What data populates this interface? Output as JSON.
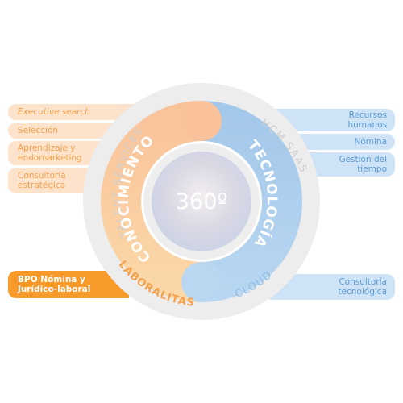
{
  "center": {
    "label": "360º"
  },
  "ring": {
    "talent_services": "TALENT SERVICES",
    "hcm_saas": "HCM SAAS",
    "laboralitas": "LABORALITAS",
    "cloud": "CLOUD"
  },
  "bands": {
    "conocimiento": "CONOCIMIENTO",
    "tecnologia": "TECNOLOGÍA"
  },
  "left_items": [
    {
      "label": "Executive search",
      "italic": true
    },
    {
      "label": "Selección",
      "italic": false
    },
    {
      "label": "Aprendizaje y endomarketing",
      "italic": false
    },
    {
      "label": "Consultoría estratégica",
      "italic": false
    }
  ],
  "bpo_item": {
    "label": "BPO Nómina y Jurídico-laboral"
  },
  "right_items": [
    {
      "label": "Recursos humanos"
    },
    {
      "label": "Nómina"
    },
    {
      "label": "Gestión del tiempo"
    }
  ],
  "cloud_item": {
    "label": "Consultoría tecnológica"
  },
  "colors": {
    "orange_text": "#f5a04a",
    "orange_pill": "#fde3cb",
    "orange_strong": "#f79a2a",
    "peach_band": "#f9c89a",
    "blue_band": "#8fbde6",
    "blue_text": "#5b9bd5",
    "blue_pill": "#cfe3f6",
    "ring_grey": "#ededed",
    "ring_text": "#c8c8c8"
  }
}
